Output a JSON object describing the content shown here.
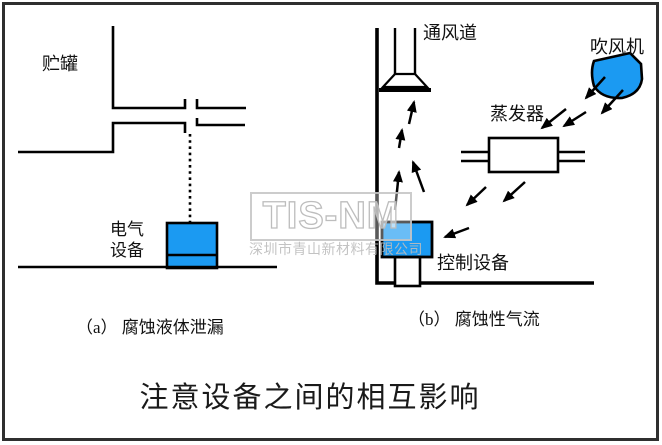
{
  "colors": {
    "accent_blue": "#1b9af2",
    "line": "#000000",
    "frame": "#2f2f2f",
    "watermark_gray": "#bdbdbd"
  },
  "title": "注意设备之间的相互影响",
  "watermark": {
    "logo": "TIS-NM",
    "company": "深圳市青山新材料有限公司"
  },
  "panel_a": {
    "tank_label": "贮罐",
    "equipment_label_line1": "电气",
    "equipment_label_line2": "设备",
    "caption": "（a） 腐蚀液体泄漏"
  },
  "panel_b": {
    "vent_label": "通风道",
    "blower_label": "吹风机",
    "evaporator_label": "蒸发器",
    "control_label": "控制设备",
    "caption": "（b） 腐蚀性气流"
  }
}
